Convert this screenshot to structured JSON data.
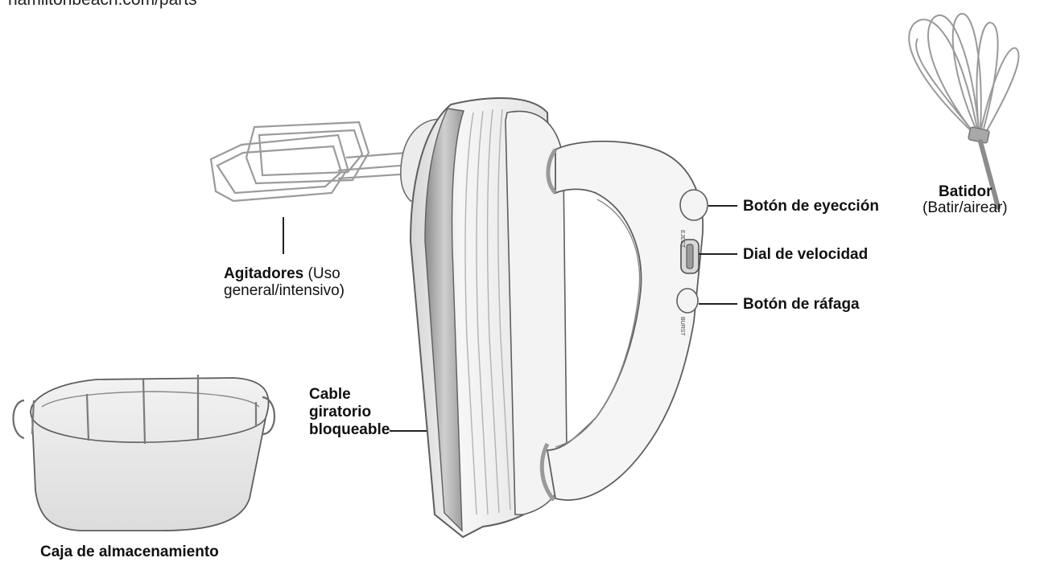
{
  "header": {
    "url_text": "hamiltonbeach.com/parts"
  },
  "labels": {
    "eject_button": "Botón de eyección",
    "speed_dial": "Dial de velocidad",
    "burst_button": "Botón de ráfaga",
    "whisk_title": "Batidor",
    "whisk_sub": "(Batir/airear)",
    "beaters_title": "Agitadores",
    "beaters_sub_1": "(Uso",
    "beaters_sub_2": "general/intensivo)",
    "cord_1": "Cable",
    "cord_2": "giratorio",
    "cord_3": "bloqueable",
    "storage_case": "Caja de almacenamiento"
  },
  "device_text": {
    "eject_mark": "EJECT",
    "burst_mark": "BURST"
  }
}
